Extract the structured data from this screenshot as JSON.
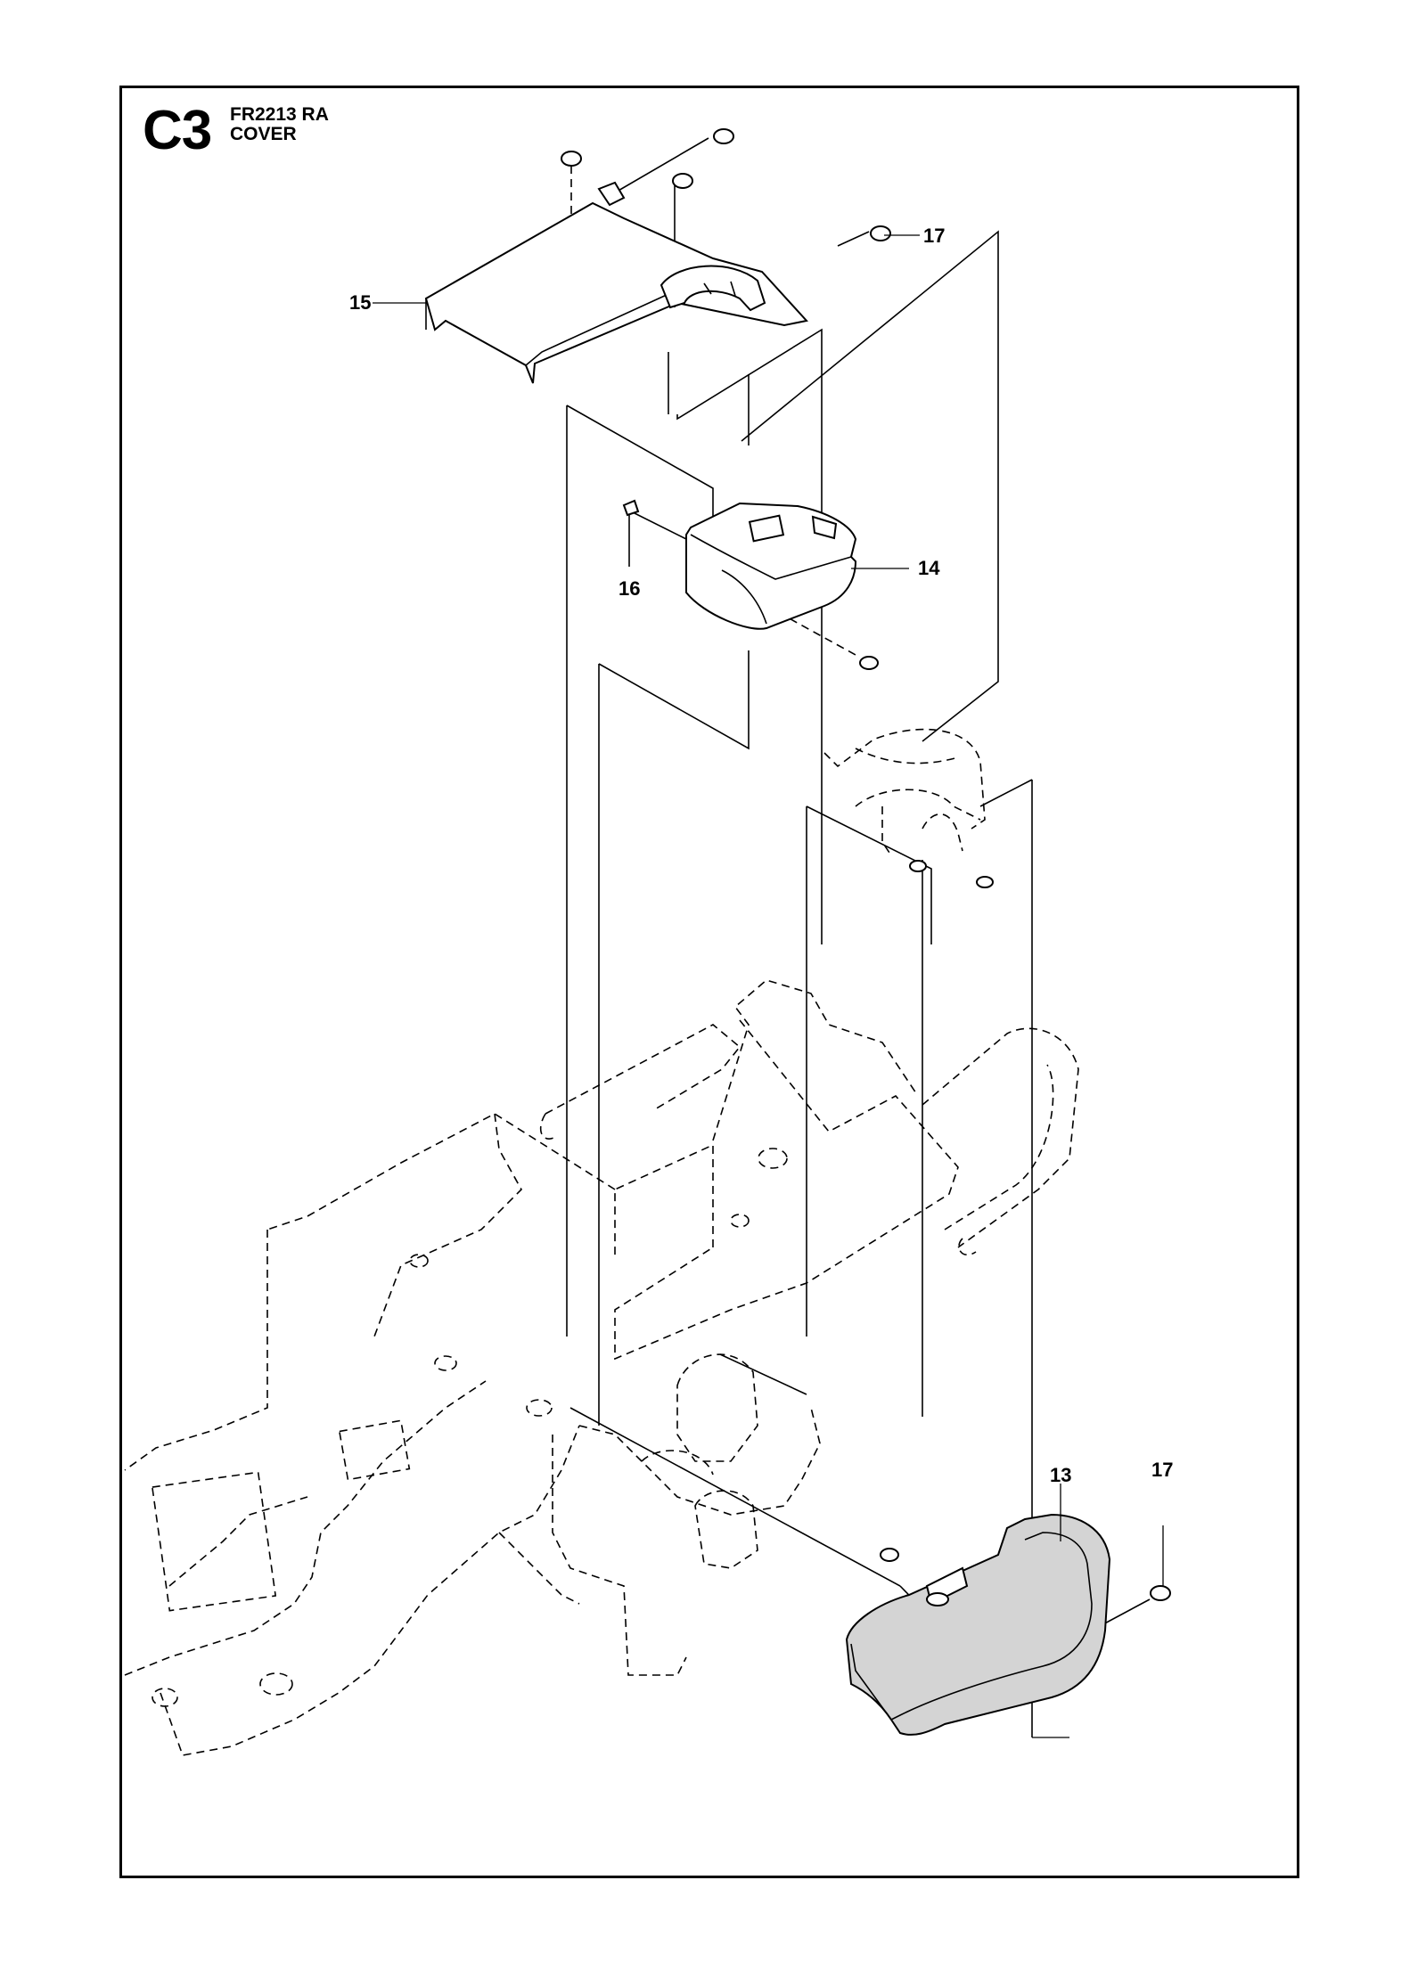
{
  "header": {
    "section_code": "C3",
    "model": "FR2213 RA",
    "title": "COVER"
  },
  "callouts": [
    {
      "id": "c13",
      "label": "13"
    },
    {
      "id": "c14",
      "label": "14"
    },
    {
      "id": "c15",
      "label": "15"
    },
    {
      "id": "c16",
      "label": "16"
    },
    {
      "id": "c17a",
      "label": "17"
    },
    {
      "id": "c17b",
      "label": "17"
    }
  ]
}
